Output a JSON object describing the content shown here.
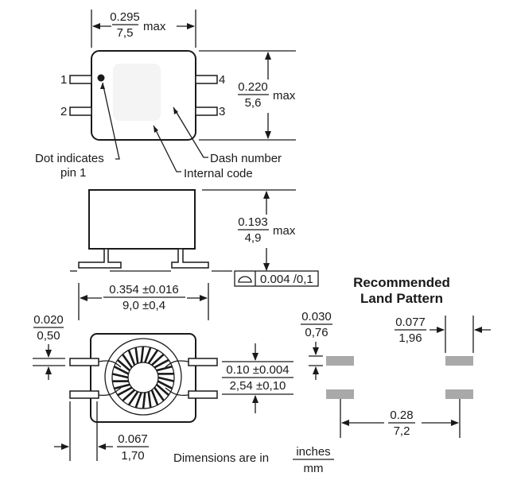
{
  "top_view": {
    "width_in": "0.295",
    "width_mm": "7,5",
    "width_suffix": "max",
    "height_in": "0.220",
    "height_mm": "5,6",
    "height_suffix": "max",
    "pins": [
      "1",
      "2",
      "4",
      "3"
    ],
    "callouts": {
      "dot": [
        "Dot indicates",
        "pin 1"
      ],
      "dash": "Dash number",
      "internal": "Internal code"
    }
  },
  "side_view": {
    "height_in": "0.193",
    "height_mm": "4,9",
    "height_suffix": "max",
    "coplanarity": "0.004 /0,1",
    "length_in": "0.354 ±0.016",
    "length_mm": "9,0 ±0,4"
  },
  "bottom_view": {
    "lead_width_in": "0.020",
    "lead_width_mm": "0,50",
    "pitch_in": "0.10 ±0.004",
    "pitch_mm": "2,54 ±0,10",
    "lead_len_in": "0.067",
    "lead_len_mm": "1,70",
    "toroid_turns": 26
  },
  "land_pattern": {
    "title_line1": "Recommended",
    "title_line2": "Land Pattern",
    "pad_height_in": "0.030",
    "pad_height_mm": "0,76",
    "pad_width_in": "0.077",
    "pad_width_mm": "1,96",
    "span_in": "0.28",
    "span_mm": "7,2"
  },
  "units_note": {
    "text": "Dimensions are in",
    "unit_top": "inches",
    "unit_bottom": "mm"
  }
}
